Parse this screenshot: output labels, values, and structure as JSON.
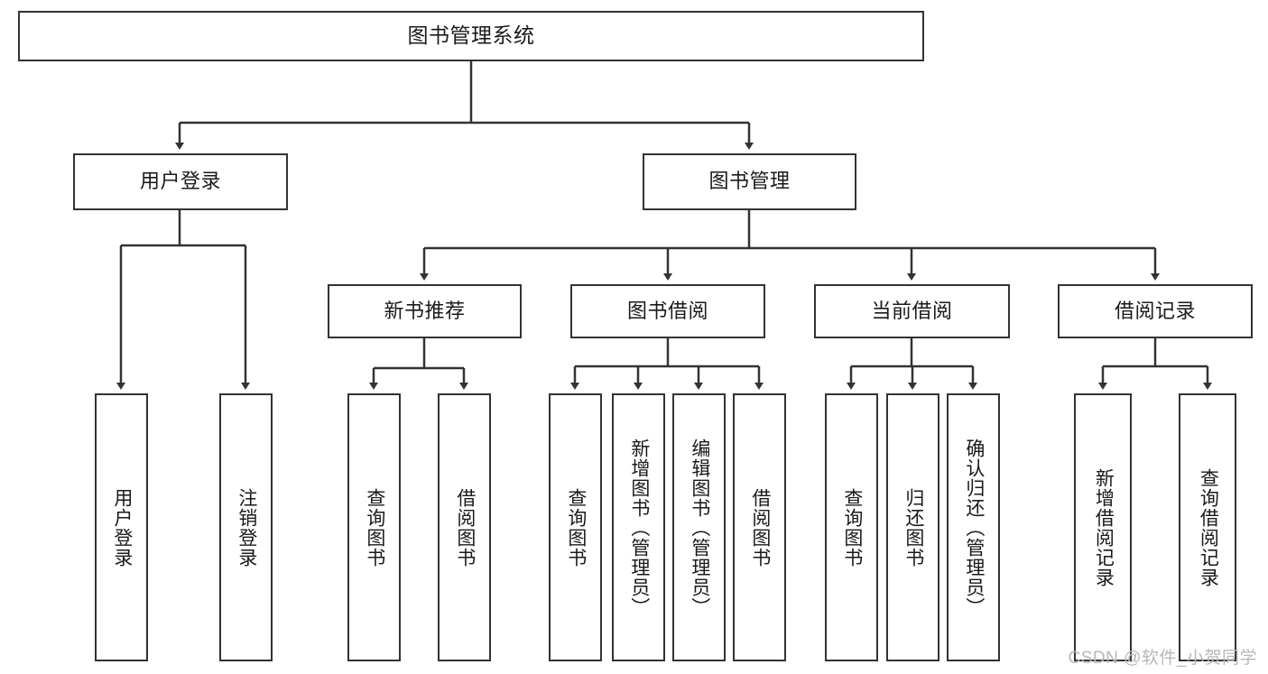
{
  "diagram": {
    "title": "图书管理系统",
    "type": "tree",
    "root": {
      "id": "root",
      "label": "图书管理系统"
    },
    "level2": [
      {
        "id": "user-login",
        "label": "用户登录"
      },
      {
        "id": "book-manage",
        "label": "图书管理"
      }
    ],
    "level3": [
      {
        "id": "new-book-recommend",
        "label": "新书推荐",
        "parent": "book-manage"
      },
      {
        "id": "book-borrow",
        "label": "图书借阅",
        "parent": "book-manage"
      },
      {
        "id": "current-borrow",
        "label": "当前借阅",
        "parent": "book-manage"
      },
      {
        "id": "borrow-record",
        "label": "借阅记录",
        "parent": "book-manage"
      }
    ],
    "leaves": {
      "user_login": [
        {
          "id": "leaf-user-login",
          "label": "用户登录"
        },
        {
          "id": "leaf-logout-login",
          "label": "注销登录"
        }
      ],
      "new_book_recommend": [
        {
          "id": "leaf-query-book-1",
          "label": "查询图书"
        },
        {
          "id": "leaf-borrow-book-1",
          "label": "借阅图书"
        }
      ],
      "book_borrow": [
        {
          "id": "leaf-query-book-2",
          "label": "查询图书"
        },
        {
          "id": "leaf-add-book",
          "label": "新增图书（管理员）"
        },
        {
          "id": "leaf-edit-book",
          "label": "编辑图书（管理员）"
        },
        {
          "id": "leaf-borrow-book-2",
          "label": "借阅图书"
        }
      ],
      "current_borrow": [
        {
          "id": "leaf-query-book-3",
          "label": "查询图书"
        },
        {
          "id": "leaf-return-book",
          "label": "归还图书"
        },
        {
          "id": "leaf-confirm-return",
          "label": "确认归还（管理员）"
        }
      ],
      "borrow_record": [
        {
          "id": "leaf-add-record",
          "label": "新增借阅记录"
        },
        {
          "id": "leaf-query-record",
          "label": "查询借阅记录"
        }
      ]
    }
  },
  "watermark": {
    "text": "CSDN @软件_小贺同学"
  },
  "colors": {
    "border": "#333333",
    "text": "#1a1a1a",
    "background": "#ffffff",
    "watermark": "#b8b8b8"
  }
}
